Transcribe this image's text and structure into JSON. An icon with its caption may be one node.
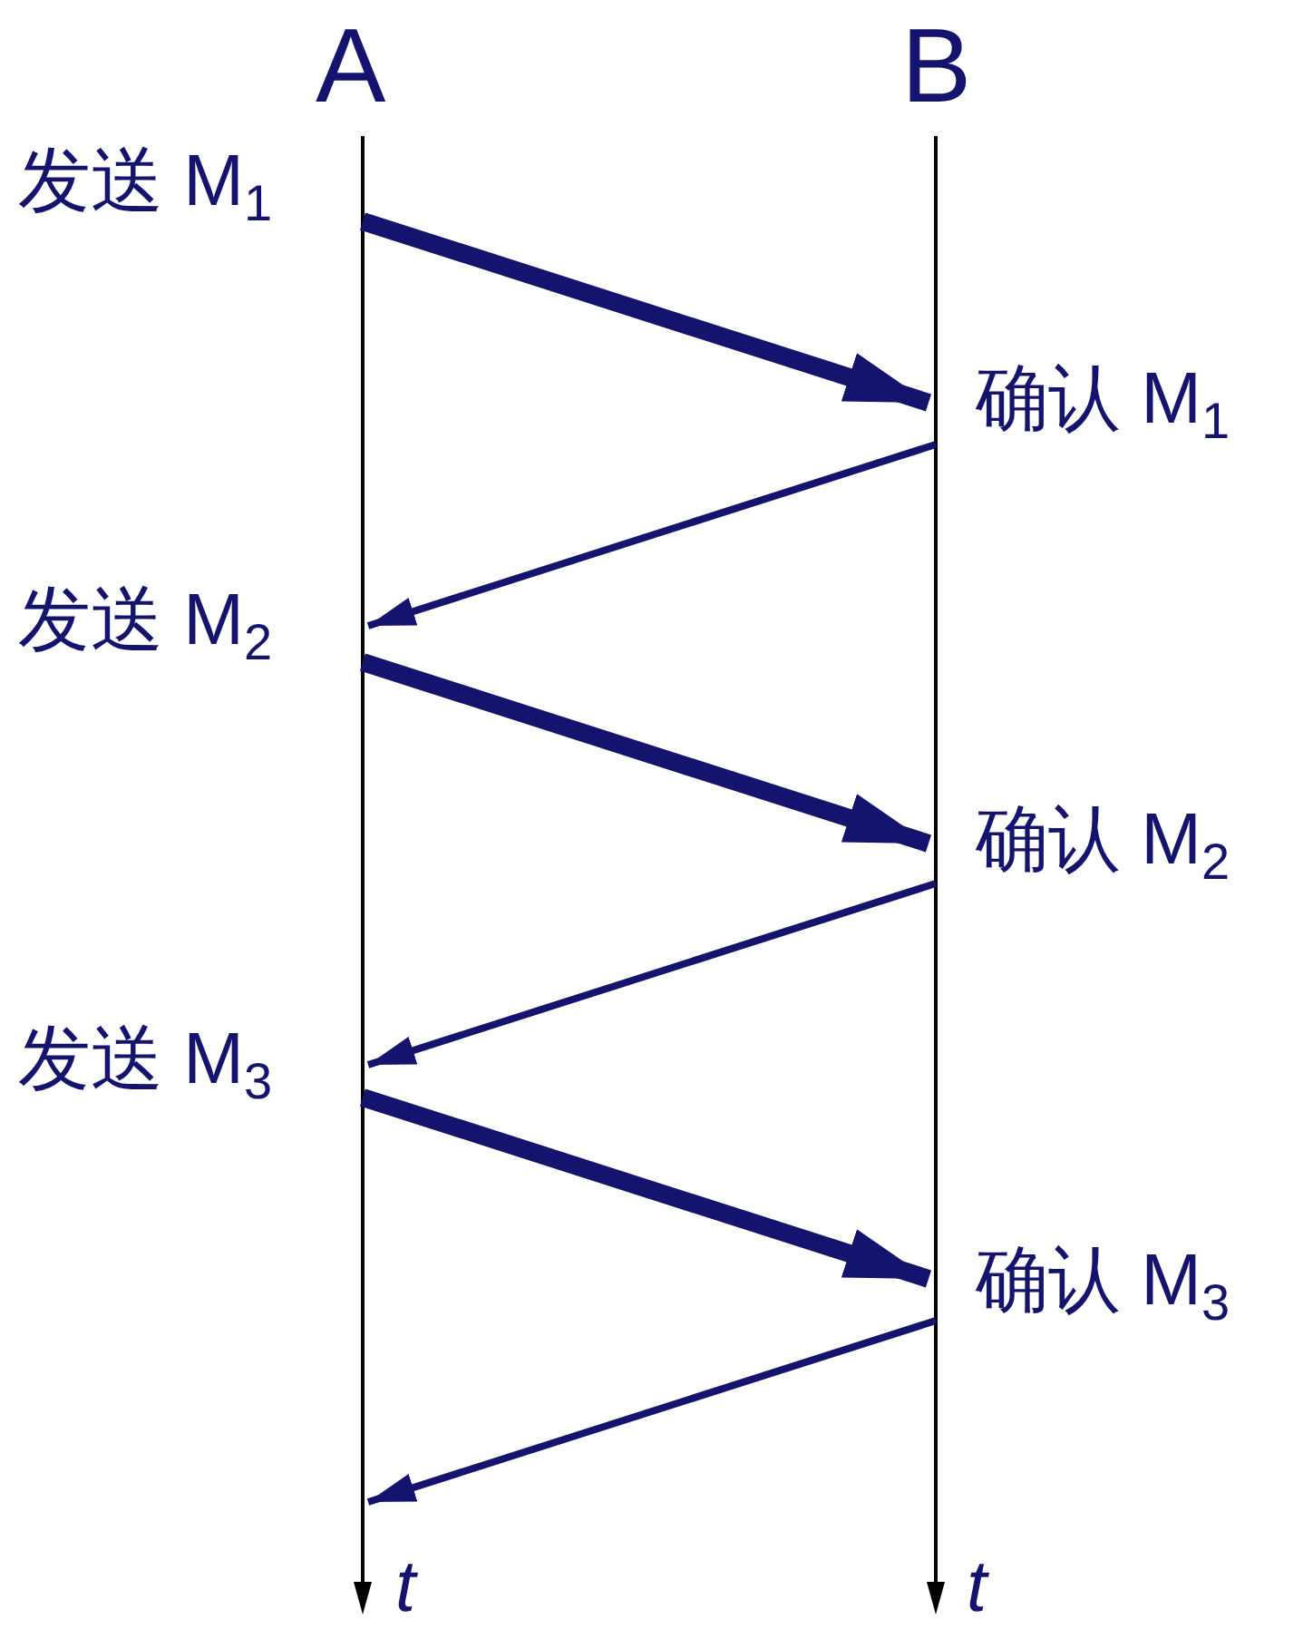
{
  "diagram": {
    "nodes": [
      {
        "text": [
          "A"
        ]
      },
      {
        "text": [
          "B"
        ]
      },
      {
        "text": [
          "发送 M$_{1}$"
        ]
      },
      {
        "text": [
          "确认 M$_{1}$"
        ]
      },
      {
        "text": [
          "发送 M$_{2}$"
        ]
      },
      {
        "text": [
          "确认 M$_{2}$"
        ]
      },
      {
        "text": [
          "发送 M$_{3}$"
        ]
      },
      {
        "text": [
          "确认 M$_{3}$"
        ]
      }
    ],
    "edges": [
      {
        "from": 2,
        "to": 3,
        "arrow": "to",
        "style": "thick"
      },
      {
        "from": 3,
        "to": 4,
        "arrow": "to"
      },
      {
        "from": 4,
        "to": 5,
        "arrow": "to",
        "style": "thick"
      },
      {
        "from": 5,
        "to": 6,
        "arrow": "to"
      },
      {
        "from": 6,
        "to": 7,
        "arrow": "to",
        "style": "thick"
      },
      {
        "from": 7,
        "to": null,
        "arrow": "to"
      }
    ],
    "labels": [
      "t",
      "t"
    ]
  }
}
